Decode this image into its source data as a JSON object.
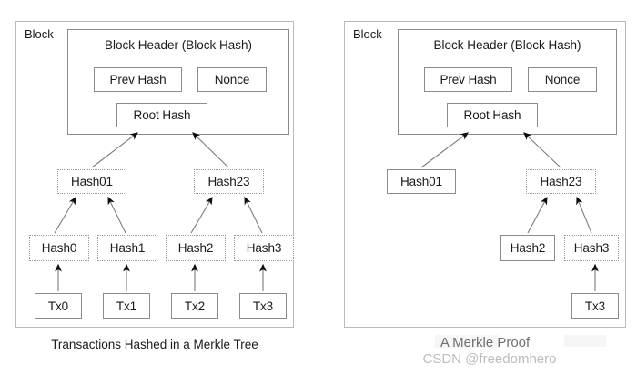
{
  "figure": {
    "background": "#ffffff",
    "panel_border_color": "#b9b9b9",
    "box_border_color": "#8c8c8c",
    "dotted_border_color": "#9a9a9a",
    "text_color": "#1a1a1a",
    "muted_text_color": "#6f6f6f",
    "watermark_color": "#bdbdbd"
  },
  "left_panel": {
    "label": "Block",
    "caption": "Transactions Hashed in a Merkle Tree",
    "header": {
      "title": "Block Header (Block Hash)",
      "prev_hash": "Prev Hash",
      "nonce": "Nonce",
      "root_hash": "Root Hash"
    },
    "nodes": [
      {
        "label": "Hash01",
        "style": "dotted"
      },
      {
        "label": "Hash23",
        "style": "dotted"
      },
      {
        "label": "Hash0",
        "style": "dotted"
      },
      {
        "label": "Hash1",
        "style": "dotted"
      },
      {
        "label": "Hash2",
        "style": "dotted"
      },
      {
        "label": "Hash3",
        "style": "dotted"
      },
      {
        "label": "Tx0",
        "style": "solid"
      },
      {
        "label": "Tx1",
        "style": "solid"
      },
      {
        "label": "Tx2",
        "style": "solid"
      },
      {
        "label": "Tx3",
        "style": "solid"
      }
    ]
  },
  "right_panel": {
    "label": "Block",
    "caption": "A Merkle Proof",
    "header": {
      "title": "Block Header (Block Hash)",
      "prev_hash": "Prev Hash",
      "nonce": "Nonce",
      "root_hash": "Root Hash"
    },
    "nodes": [
      {
        "label": "Hash01",
        "style": "solid"
      },
      {
        "label": "Hash23",
        "style": "dotted"
      },
      {
        "label": "Hash2",
        "style": "solid"
      },
      {
        "label": "Hash3",
        "style": "dotted"
      },
      {
        "label": "Tx3",
        "style": "solid"
      }
    ]
  },
  "watermark": {
    "text": "CSDN @freedomhero"
  }
}
